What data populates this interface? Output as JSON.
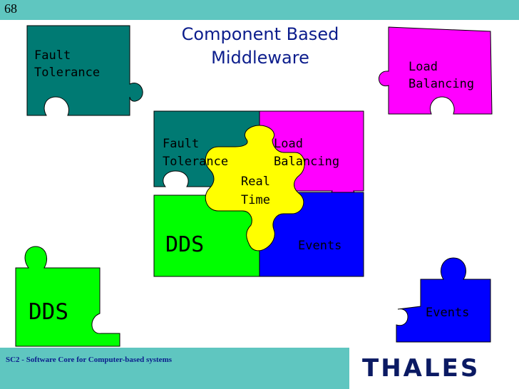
{
  "slide_number": "68",
  "title": {
    "line1": "Component Based",
    "line2": "Middleware"
  },
  "corner_pieces": {
    "fault_tolerance": {
      "label": "Fault\nTolerance",
      "color": "#007a73"
    },
    "load_balancing": {
      "label": "Load\nBalancing",
      "color": "#ff00ff"
    },
    "dds": {
      "label": "DDS",
      "color": "#00ff00"
    },
    "events": {
      "label": "Events",
      "color": "#0000ff"
    }
  },
  "assembled": {
    "fault_tolerance": "Fault\nTolerance",
    "load_balancing": "Load\nBalancing",
    "real_time": {
      "label": "Real\nTime",
      "color": "#ffff00"
    },
    "dds": "DDS",
    "events": "Events"
  },
  "footer": {
    "text": "SC2 - Software Core for Computer-based systems",
    "logo": "THALES",
    "bar_color": "#5fc6c0",
    "logo_color": "#0b1a63"
  }
}
